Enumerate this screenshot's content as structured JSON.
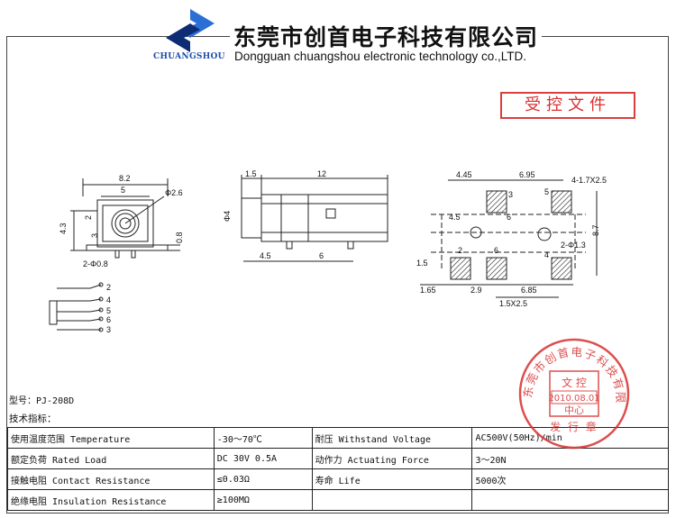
{
  "header": {
    "logo_text": "CHUANGSHOU",
    "company_cn": "东莞市创首电子科技有限公司",
    "company_en": "Dongguan chuangshou electronic technology co.,LTD."
  },
  "stamp_box": {
    "text": "受控文件"
  },
  "drawing": {
    "front": {
      "width": "8.2",
      "inner": "5",
      "hole": "Φ2.6",
      "height": "4.3",
      "h2": "2",
      "h3": "3",
      "foot": "0.8",
      "pin": "2-Φ0.8"
    },
    "side": {
      "d1": "1.5",
      "d2": "12",
      "dia": "Φ4",
      "b1": "4.5",
      "b2": "6"
    },
    "pcb": {
      "t1": "4.45",
      "t2": "6.95",
      "pads_label": "4-1.7X2.5",
      "m1": "4.5",
      "m2": "6",
      "hole": "2-Φ1.3",
      "side": "8.7",
      "left": "1.5",
      "b1": "1.65",
      "b2": "2.9",
      "b3": "6.85",
      "b4": "1.5X2.5",
      "pins": [
        "3",
        "5",
        "2",
        "6",
        "4"
      ]
    },
    "schematic_pins": [
      "2",
      "4",
      "5",
      "6",
      "3"
    ]
  },
  "model": "型号：PJ-208D",
  "tech_header": "技术指标：",
  "specs": [
    [
      "使用温度范围 Temperature",
      "-30～70℃",
      "耐压 Withstand Voltage",
      "AC500V(50Hz)/min"
    ],
    [
      "额定负荷 Rated Load",
      "DC 30V 0.5A",
      "动作力 Actuating Force",
      "3～20N"
    ],
    [
      "接触电阻 Contact Resistance",
      "≤0.03Ω",
      "寿命 Life",
      "5000次"
    ],
    [
      "绝缘电阻 Insulation Resistance",
      "≥100MΩ",
      "",
      ""
    ]
  ],
  "seal": {
    "outer_text": "东莞市创首电子科技有限公司",
    "line1": "文 控",
    "date": "2010.08.01",
    "line3": "中心",
    "bottom": "发 行 章"
  },
  "colors": {
    "stamp_red": "#d83030",
    "logo_blue": "#1f4ea8"
  }
}
